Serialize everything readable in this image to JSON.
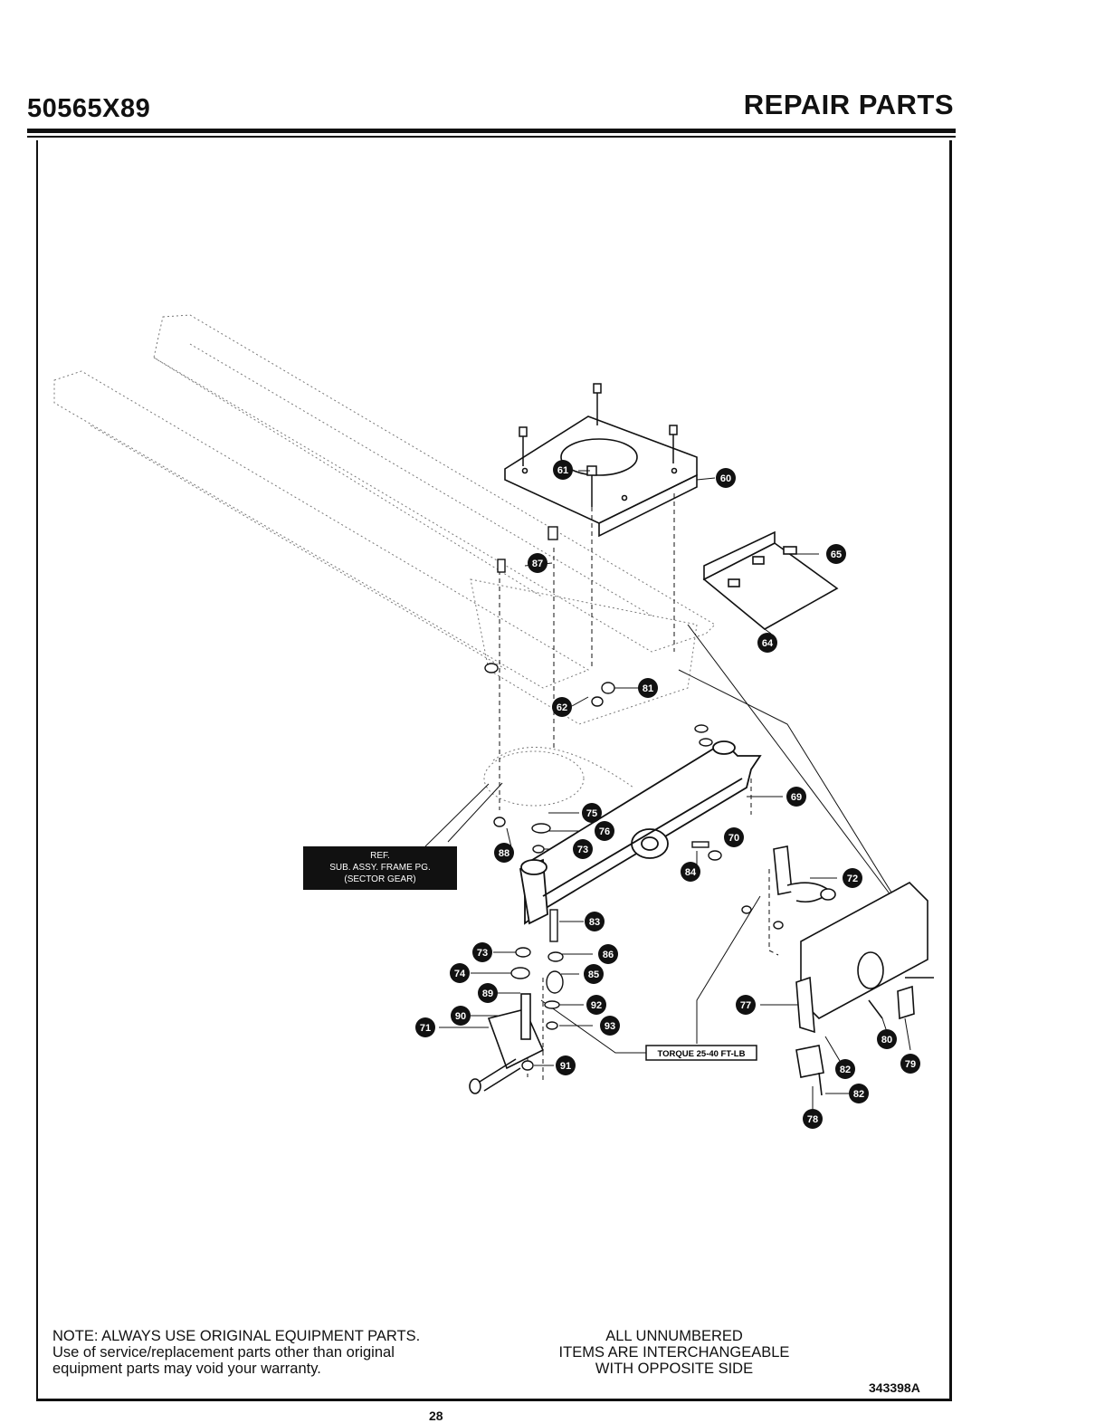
{
  "header": {
    "model": "50565X89",
    "section": "REPAIR PARTS"
  },
  "diagram": {
    "ref_box": {
      "line1": "REF.",
      "line2": "SUB. ASSY. FRAME PG.",
      "line3": "(SECTOR GEAR)"
    },
    "torque_label": "TORQUE 25-40 FT-LB",
    "callouts": [
      "60",
      "61",
      "62",
      "64",
      "65",
      "69",
      "70",
      "71",
      "72",
      "73",
      "73",
      "74",
      "75",
      "76",
      "77",
      "78",
      "79",
      "80",
      "81",
      "82",
      "82",
      "83",
      "84",
      "85",
      "86",
      "87",
      "88",
      "89",
      "90",
      "91",
      "92",
      "93"
    ]
  },
  "footer": {
    "note_line1": "NOTE: ALWAYS USE ORIGINAL EQUIPMENT PARTS.",
    "note_line2": "Use of service/replacement parts other than original",
    "note_line3": "equipment parts may void your warranty.",
    "unnumbered_line1": "ALL UNNUMBERED",
    "unnumbered_line2": "ITEMS ARE INTERCHANGEABLE",
    "unnumbered_line3": "WITH OPPOSITE SIDE",
    "drawing_code": "343398A",
    "page_number": "28"
  }
}
